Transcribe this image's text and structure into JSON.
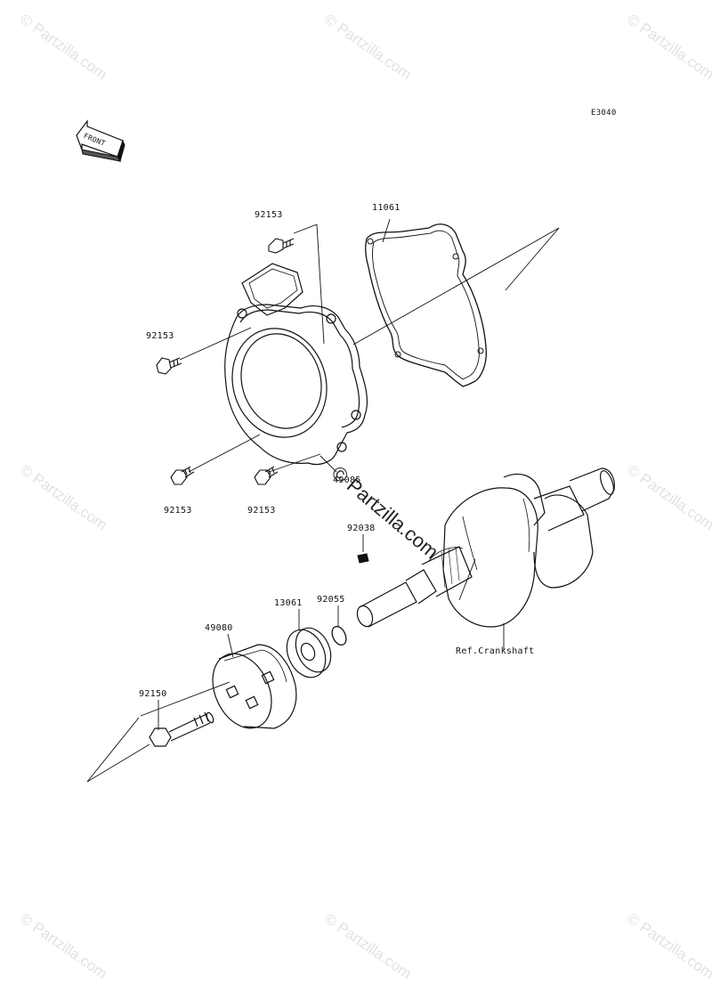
{
  "diagram_code": "E3040",
  "front_label": "FRONT",
  "parts": {
    "p92153_top": "92153",
    "p11061": "11061",
    "p92153_left": "92153",
    "p92153_bl": "92153",
    "p92153_br": "92153",
    "p49085": "49085",
    "p92038": "92038",
    "p13061": "13061",
    "p92055": "92055",
    "p49080": "49080",
    "p92150": "92150",
    "ref_crankshaft": "Ref.Crankshaft"
  },
  "watermark": "© Partzilla.com",
  "center_watermark": "© Partzilla.com",
  "colors": {
    "line": "#111111",
    "watermark": "#e2e2e2"
  }
}
